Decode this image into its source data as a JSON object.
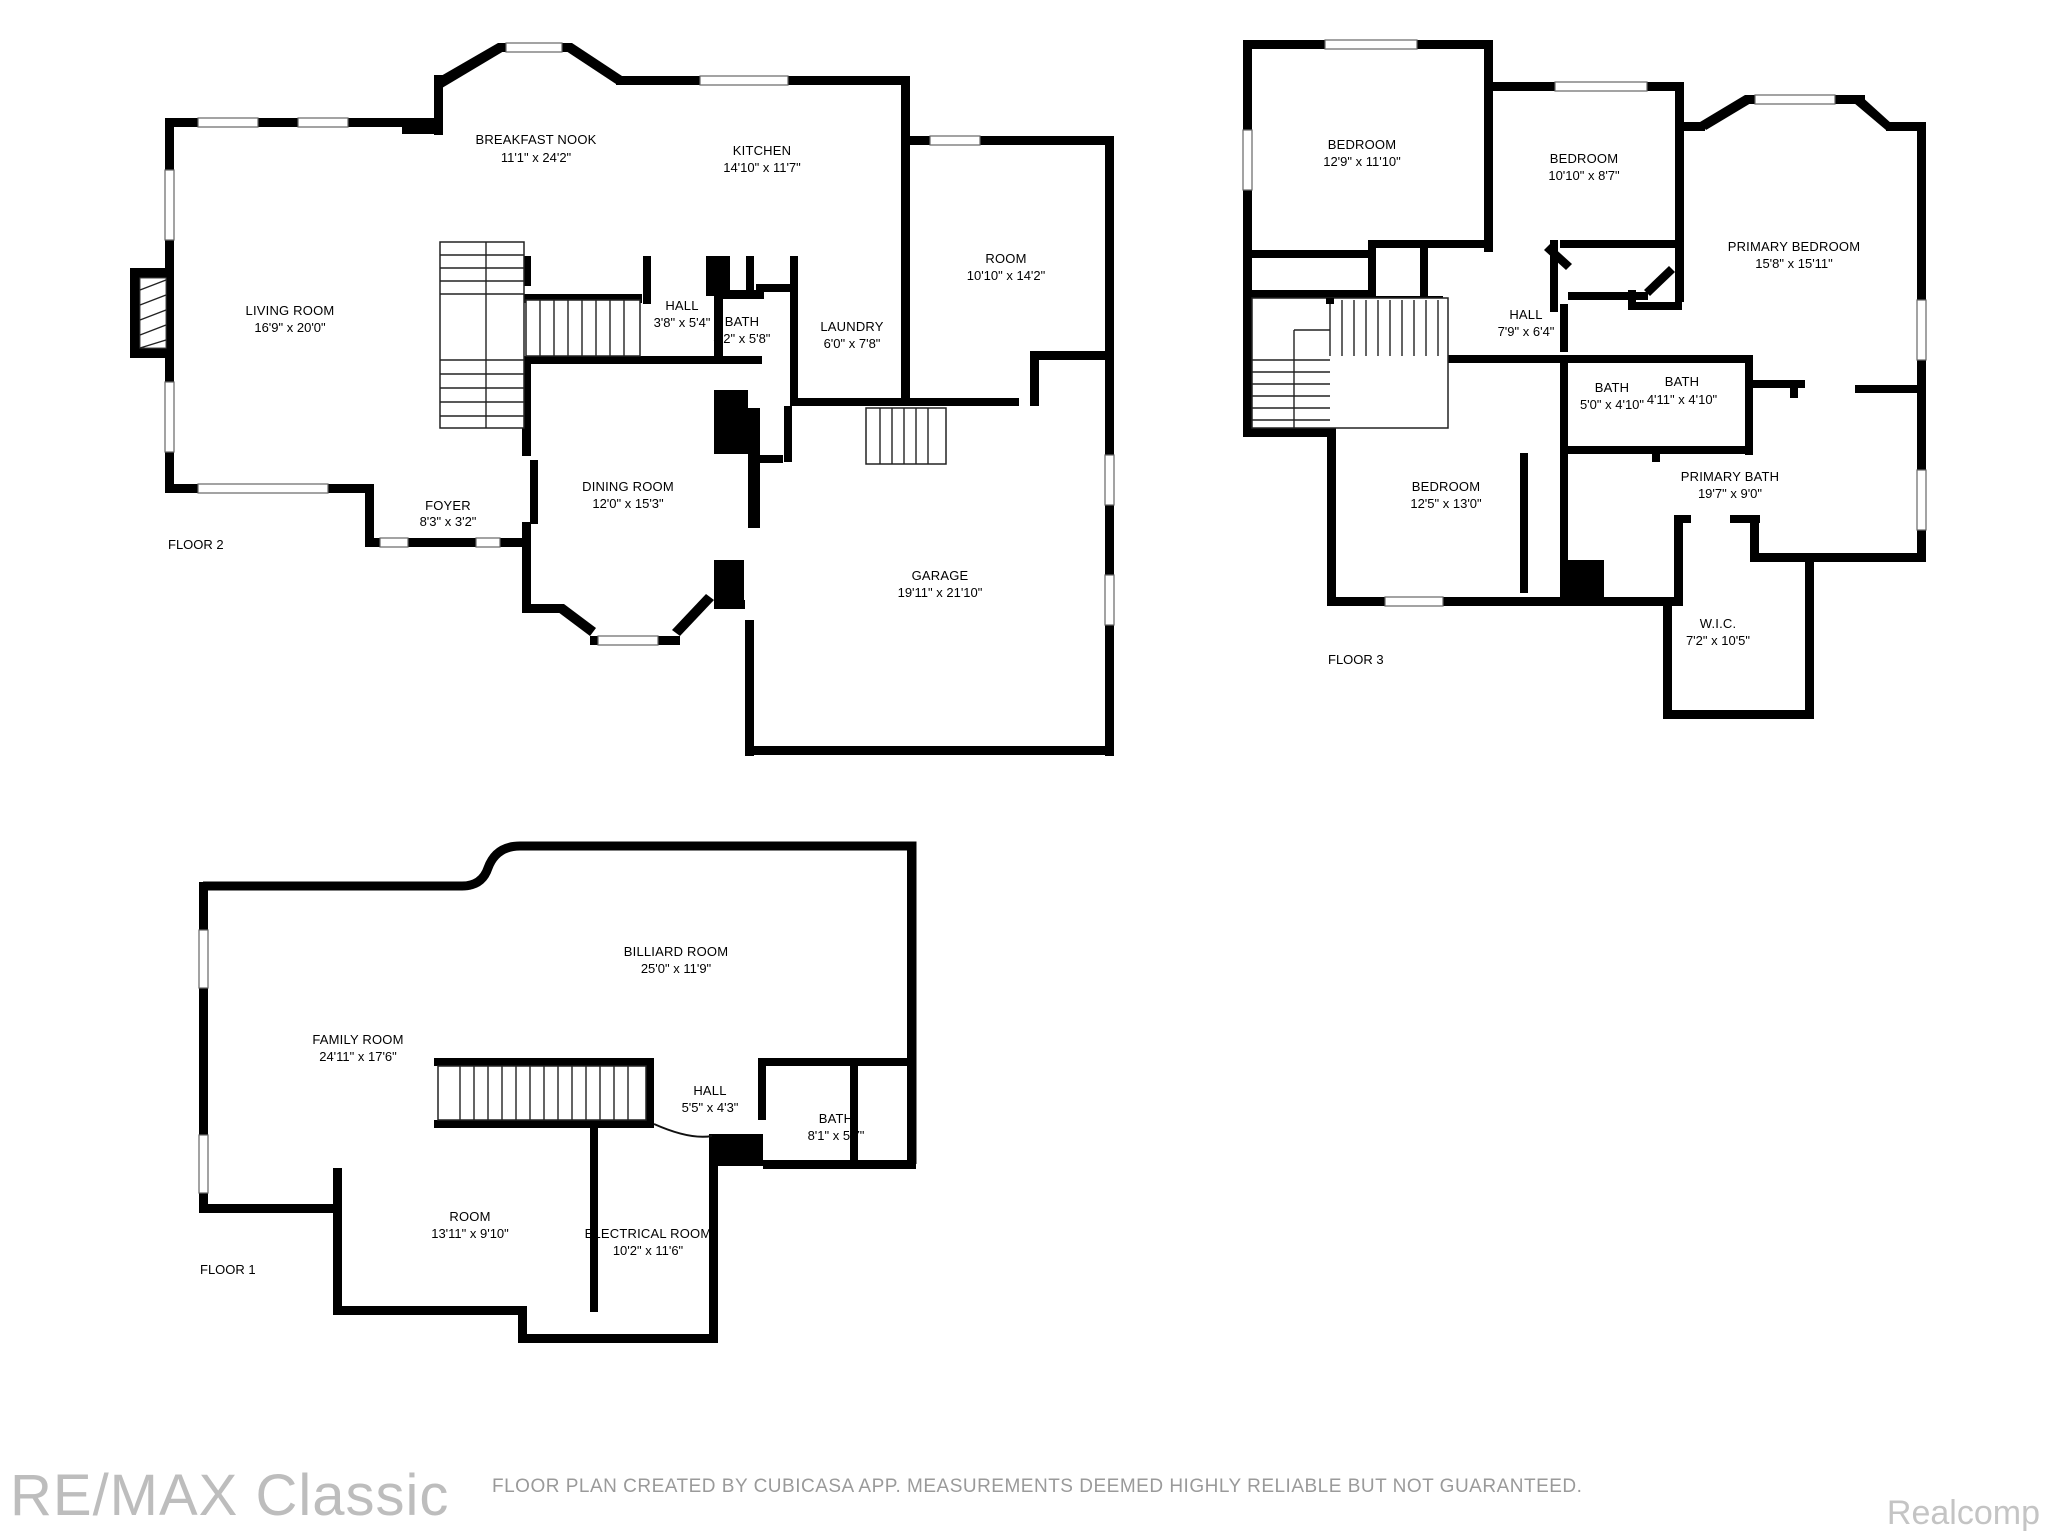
{
  "floors": [
    {
      "label": "FLOOR 2",
      "rooms": [
        {
          "name": "BREAKFAST NOOK",
          "dims": "11'1\" x 24'2\""
        },
        {
          "name": "KITCHEN",
          "dims": "14'10\" x 11'7\""
        },
        {
          "name": "LIVING ROOM",
          "dims": "16'9\" x 20'0\""
        },
        {
          "name": "HALL",
          "dims": "3'8\" x 5'4\""
        },
        {
          "name": "BATH",
          "dims": "4'2\" x 5'8\""
        },
        {
          "name": "LAUNDRY",
          "dims": "6'0\" x 7'8\""
        },
        {
          "name": "ROOM",
          "dims": "10'10\" x 14'2\""
        },
        {
          "name": "DINING ROOM",
          "dims": "12'0\" x 15'3\""
        },
        {
          "name": "FOYER",
          "dims": "8'3\" x 3'2\""
        },
        {
          "name": "GARAGE",
          "dims": "19'11\" x 21'10\""
        }
      ]
    },
    {
      "label": "FLOOR 3",
      "rooms": [
        {
          "name": "BEDROOM",
          "dims": "12'9\" x 11'10\""
        },
        {
          "name": "BEDROOM",
          "dims": "10'10\" x 8'7\""
        },
        {
          "name": "PRIMARY BEDROOM",
          "dims": "15'8\" x 15'11\""
        },
        {
          "name": "HALL",
          "dims": "7'9\" x 6'4\""
        },
        {
          "name": "BATH",
          "dims": "5'0\" x 4'10\""
        },
        {
          "name": "BATH",
          "dims": "4'11\" x 4'10\""
        },
        {
          "name": "BEDROOM",
          "dims": "12'5\" x 13'0\""
        },
        {
          "name": "PRIMARY BATH",
          "dims": "19'7\" x 9'0\""
        },
        {
          "name": "W.I.C.",
          "dims": "7'2\" x 10'5\""
        }
      ]
    },
    {
      "label": "FLOOR 1",
      "rooms": [
        {
          "name": "BILLIARD ROOM",
          "dims": "25'0\" x 11'9\""
        },
        {
          "name": "FAMILY ROOM",
          "dims": "24'11\" x 17'6\""
        },
        {
          "name": "HALL",
          "dims": "5'5\" x 4'3\""
        },
        {
          "name": "BATH",
          "dims": "8'1\" x 5'7\""
        },
        {
          "name": "ROOM",
          "dims": "13'11\" x 9'10\""
        },
        {
          "name": "ELECTRICAL ROOM",
          "dims": "10'2\" x 11'6\""
        }
      ]
    }
  ],
  "footer": {
    "watermark": "RE/MAX Classic",
    "disclaimer": "FLOOR PLAN CREATED BY CUBICASA APP. MEASUREMENTS DEEMED HIGHLY RELIABLE BUT NOT GUARANTEED.",
    "brand": "Realcomp"
  },
  "colors": {
    "wall": "#000000",
    "background": "#ffffff",
    "watermark": "#bdbdbd"
  }
}
